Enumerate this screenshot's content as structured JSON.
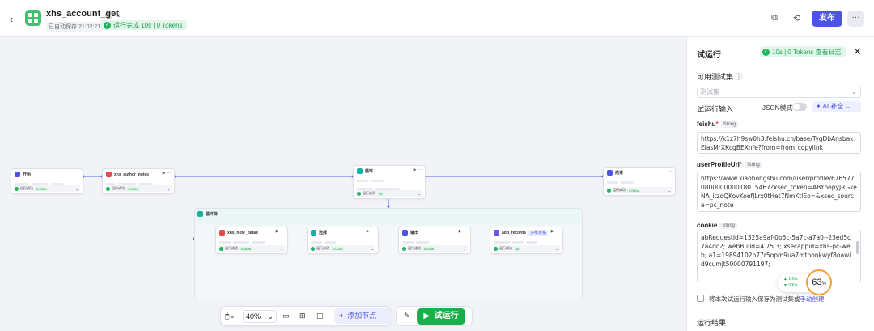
{
  "header": {
    "back_icon": "chevron-left-icon",
    "title": "xhs_account_get",
    "saved": "已自动保存 21:02:21",
    "run_status": "运行完成 10s | 0 Tokens",
    "publish": "发布",
    "more": "···"
  },
  "canvas": {
    "nodes": {
      "start": {
        "title": "开始",
        "status": "运行成功",
        "tag": "0.005s",
        "p1": "feishu",
        "p2": "userProfileUrl",
        "p3": "cookie"
      },
      "parse": {
        "title": "xhs_author_notes",
        "status": "运行成功",
        "tag": "0.946s"
      },
      "batch": {
        "title": "循环",
        "status": "运行成功",
        "tag": "9s"
      },
      "end": {
        "title": "结束",
        "status": "运行成功",
        "tag": "0.001s"
      },
      "loop_label": "循环体",
      "detail": {
        "title": "xhs_note_detail",
        "status": "运行成功",
        "tag": "0.859s"
      },
      "choose": {
        "title": "选择",
        "status": "运行成功",
        "tag": "0.002s"
      },
      "var": {
        "title": "输出",
        "status": "运行成功",
        "tag": "0.003s"
      },
      "records": {
        "title": "add_records",
        "status": "运行成功",
        "tag": "1s",
        "badge": "多维表格"
      }
    }
  },
  "toolbar": {
    "zoom": "40%",
    "add_node": "添加节点",
    "run": "试运行"
  },
  "panel": {
    "title": "试运行",
    "badge": "10s | 0 Tokens  查看日志",
    "testset_label": "可用测试集",
    "testset_placeholder": "测试集",
    "input_label": "试运行输入",
    "json_mode": "JSON模式",
    "ai_fill": "AI 补全",
    "feishu_label": "feishu",
    "feishu_type": "String",
    "feishu_value": "https://k1z7h9sw0h3.feishu.cn/base/TygDbAnsbakElasMrXKcgBEXnfe?from=from_copylink",
    "profile_label": "userProfileUrl",
    "profile_type": "String",
    "profile_value": "https://www.xiaohongshu.com/user/profile/676577080000000018015467?xsec_token=ABYbepyJRGkeNA_itzdQKovKoefJLrx0tHet7NmKtlEo=&xsec_source=pc_note",
    "cookie_label": "cookie",
    "cookie_type": "String",
    "cookie_value": "abRequestId=1325a9af-0b5c-5a7c-a7a0--23ed5c7a4dc2; webBuild=4.75.3; xsecappid=xhs-pc-web; a1=19894102b77r5opm9ua7mtbonkwyf8oawid9cumjt50000791197;",
    "save_text": "将本次试运行输入保存为测试集或",
    "save_link": "手动创建",
    "result_label": "运行结果",
    "speed_up": "1  K/s",
    "speed_down": "0  K/s",
    "percent": "63",
    "percent_unit": "%"
  }
}
